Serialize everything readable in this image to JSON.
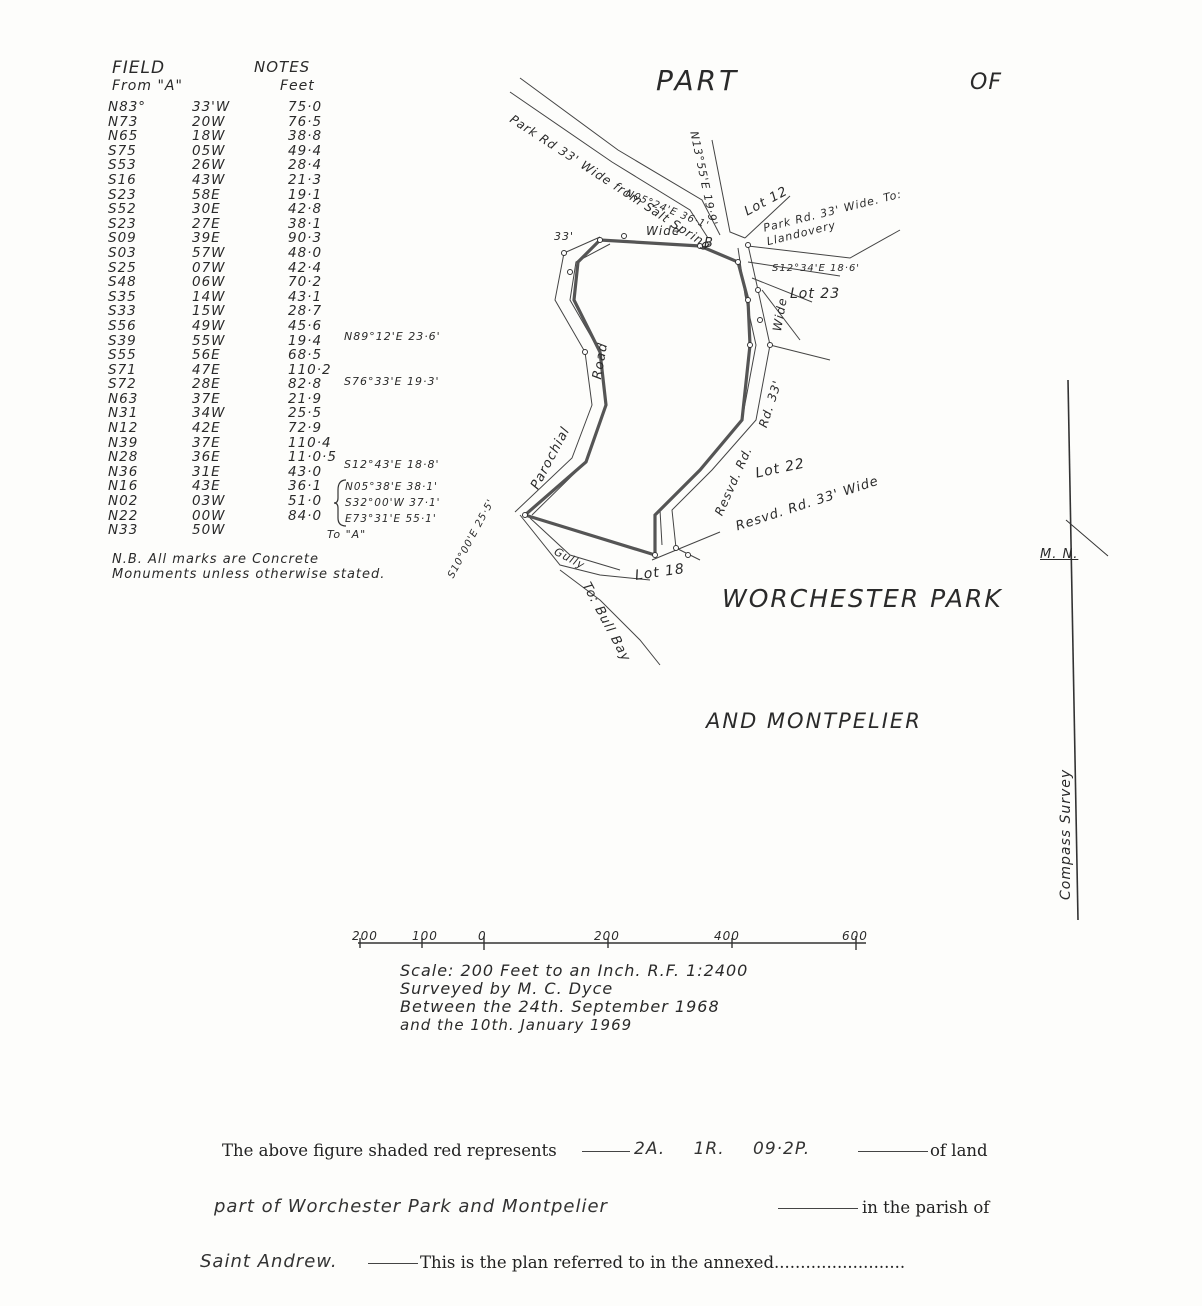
{
  "field_notes": {
    "heading_word1": "FIELD",
    "heading_word2": "NOTES",
    "subheading_from": "From \"A\"",
    "subheading_feet": "Feet",
    "rows": [
      {
        "bearing": "N83°",
        "minutes": "33'W",
        "feet": "75·0"
      },
      {
        "bearing": "N73",
        "minutes": "20W",
        "feet": "76·5"
      },
      {
        "bearing": "N65",
        "minutes": "18W",
        "feet": "38·8"
      },
      {
        "bearing": "S75",
        "minutes": "05W",
        "feet": "49·4"
      },
      {
        "bearing": "S53",
        "minutes": "26W",
        "feet": "28·4"
      },
      {
        "bearing": "S16",
        "minutes": "43W",
        "feet": "21·3"
      },
      {
        "bearing": "S23",
        "minutes": "58E",
        "feet": "19·1"
      },
      {
        "bearing": "S52",
        "minutes": "30E",
        "feet": "42·8"
      },
      {
        "bearing": "S23",
        "minutes": "27E",
        "feet": "38·1"
      },
      {
        "bearing": "S09",
        "minutes": "39E",
        "feet": "90·3"
      },
      {
        "bearing": "S03",
        "minutes": "57W",
        "feet": "48·0"
      },
      {
        "bearing": "S25",
        "minutes": "07W",
        "feet": "42·4"
      },
      {
        "bearing": "S48",
        "minutes": "06W",
        "feet": "70·2"
      },
      {
        "bearing": "S35",
        "minutes": "14W",
        "feet": "43·1"
      },
      {
        "bearing": "S33",
        "minutes": "15W",
        "feet": "28·7"
      },
      {
        "bearing": "S56",
        "minutes": "49W",
        "feet": "45·6"
      },
      {
        "bearing": "S39",
        "minutes": "55W",
        "feet": "19·4"
      },
      {
        "bearing": "S55",
        "minutes": "56E",
        "feet": "68·5"
      },
      {
        "bearing": "S71",
        "minutes": "47E",
        "feet": "110·2"
      },
      {
        "bearing": "S72",
        "minutes": "28E",
        "feet": "82·8"
      },
      {
        "bearing": "N63",
        "minutes": "37E",
        "feet": "21·9"
      },
      {
        "bearing": "N31",
        "minutes": "34W",
        "feet": "25·5"
      },
      {
        "bearing": "N12",
        "minutes": "42E",
        "feet": "72·9"
      },
      {
        "bearing": "N39",
        "minutes": "37E",
        "feet": "110·4"
      },
      {
        "bearing": "N28",
        "minutes": "36E",
        "feet": "11·0·5"
      },
      {
        "bearing": "N36",
        "minutes": "31E",
        "feet": "43·0"
      },
      {
        "bearing": "N16",
        "minutes": "43E",
        "feet": "36·1"
      },
      {
        "bearing": "N02",
        "minutes": "03W",
        "feet": "51·0"
      },
      {
        "bearing": "N22",
        "minutes": "00W",
        "feet": "84·0"
      },
      {
        "bearing": "N33",
        "minutes": "50W",
        "feet": ""
      }
    ],
    "offset_1": "N89°12'E 23·6'",
    "offset_2": "S76°33'E 19·3'",
    "offset_3": "S12°43'E 18·8'",
    "bracket_1": "N05°38'E 38·1'",
    "bracket_2": "S32°00'W 37·1'",
    "bracket_3": "E73°31'E 55·1'",
    "to_a": "To \"A\"",
    "nb_note": "N.B. All marks are Concrete Monuments unless otherwise stated."
  },
  "title": {
    "part": "PART",
    "of": "OF",
    "place1": "WORCHESTER PARK",
    "place2": "AND MONTPELIER"
  },
  "map_labels": {
    "road_top": "Park Rd 33' Wide from Salt Spring",
    "bearing_top": "N13°55'E 19·9'",
    "bearing_mid": "N05°24'E 36·1'",
    "wide": "Wide",
    "point_b": "B",
    "lot12": "Lot 12",
    "road_llandovery": "Park Rd. 33' Wide. To: Llandovery",
    "bearing_right": "S12°34'E 18·6'",
    "lot23": "Lot 23",
    "wide_vertical": "Wide",
    "dist_33": "33'",
    "road_rd33": "Rd. 33'",
    "parochial": "Parochial",
    "road_word": "Road",
    "lot22": "Lot 22",
    "resvd_rd": "Resvd. Rd.",
    "resvd_rd_wide": "Resvd. Rd. 33' Wide",
    "bearing_bottom": "S10°00'E 25·5'",
    "gully": "Gully",
    "to_bull_bay": "To: Bull Bay",
    "lot18": "Lot 18",
    "mn": "M. N.",
    "compass_survey": "Compass Survey"
  },
  "scale": {
    "ticks": [
      "200",
      "100",
      "0",
      "200",
      "400",
      "600"
    ],
    "line1": "Scale: 200 Feet to an Inch. R.F. 1:2400",
    "line2": "Surveyed by M. C. Dyce",
    "line3": "Between the 24th. September 1968",
    "line4": "and the 10th. January 1969"
  },
  "certificate": {
    "line1_pre": "The above figure shaded red represents",
    "area": "2A. 1R. 09·2P.",
    "line1_post": "of land",
    "line2_hand": "part of Worchester Park and Montpelier",
    "line2_post": "in the parish of",
    "line3_hand": "Saint Andrew.",
    "line3_post": "This is the plan referred to in the annexed........................."
  }
}
